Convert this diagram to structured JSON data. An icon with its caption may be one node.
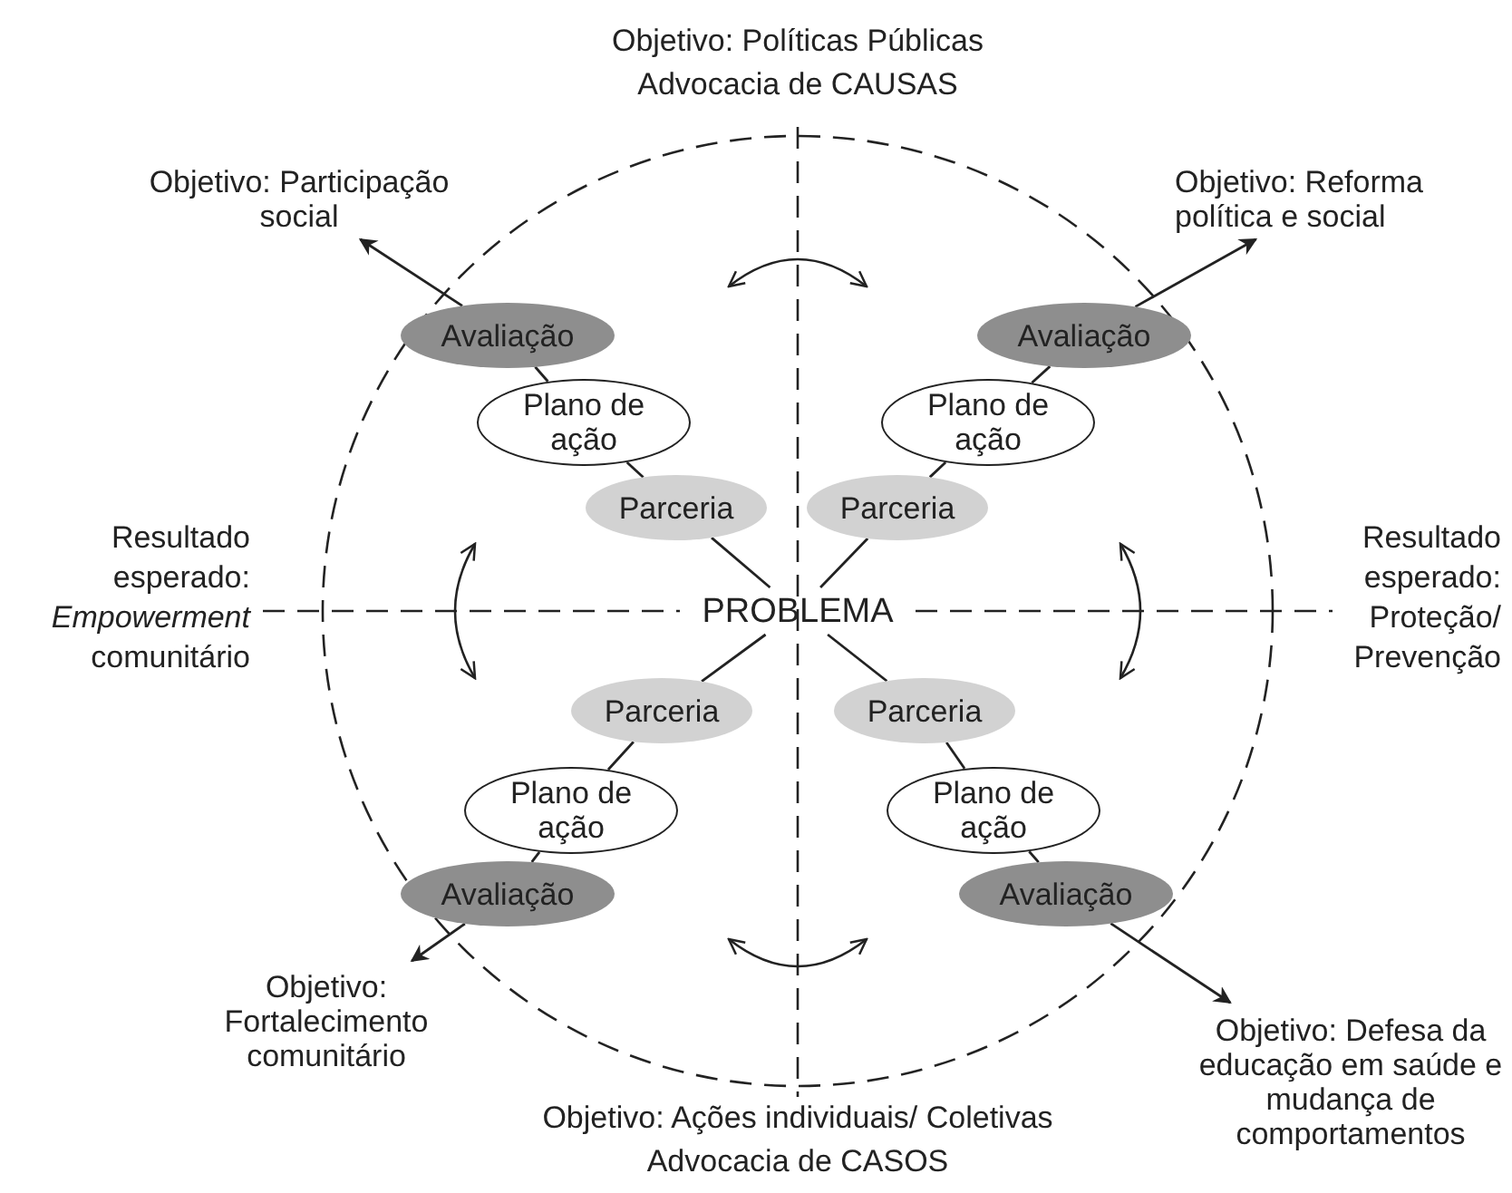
{
  "diagram": {
    "nodes": [
      {
        "text": [
          "PROBLEMA"
        ]
      },
      {
        "text": [
          "Parceria"
        ]
      },
      {
        "text": [
          "Plano de ação"
        ]
      },
      {
        "text": [
          "Avaliação"
        ]
      },
      {
        "text": [
          "Objetivo: Participação social"
        ]
      },
      {
        "text": [
          "Parceria"
        ]
      },
      {
        "text": [
          "Plano de ação"
        ]
      },
      {
        "text": [
          "Avaliação"
        ]
      },
      {
        "text": [
          "Objetivo: Reforma política e social"
        ]
      },
      {
        "text": [
          "Parceria"
        ]
      },
      {
        "text": [
          "Plano de ação"
        ]
      },
      {
        "text": [
          "Avaliação"
        ]
      },
      {
        "text": [
          "Objetivo: Fortalecimento comunitário"
        ]
      },
      {
        "text": [
          "Parceria"
        ]
      },
      {
        "text": [
          "Plano de ação"
        ]
      },
      {
        "text": [
          "Avaliação"
        ]
      },
      {
        "text": [
          "Objetivo: Defesa da educação em saúde e mudança de comportamentos"
        ]
      }
    ],
    "edges": [
      {
        "from": 0,
        "to": 1,
        "arrow": "none"
      },
      {
        "from": 1,
        "to": 2,
        "arrow": "none"
      },
      {
        "from": 2,
        "to": 3,
        "arrow": "none"
      },
      {
        "from": 3,
        "to": 4,
        "arrow": "to"
      },
      {
        "from": 0,
        "to": 5,
        "arrow": "none"
      },
      {
        "from": 5,
        "to": 6,
        "arrow": "none"
      },
      {
        "from": 6,
        "to": 7,
        "arrow": "none"
      },
      {
        "from": 7,
        "to": 8,
        "arrow": "to"
      },
      {
        "from": 0,
        "to": 9,
        "arrow": "none"
      },
      {
        "from": 9,
        "to": 10,
        "arrow": "none"
      },
      {
        "from": 10,
        "to": 11,
        "arrow": "none"
      },
      {
        "from": 11,
        "to": 12,
        "arrow": "to"
      },
      {
        "from": 0,
        "to": 13,
        "arrow": "none"
      },
      {
        "from": 13,
        "to": 14,
        "arrow": "none"
      },
      {
        "from": 14,
        "to": 15,
        "arrow": "none"
      },
      {
        "from": 15,
        "to": 16,
        "arrow": "to"
      }
    ],
    "labels": [
      "Objetivo: Políticas Públicas",
      "Advocacia de CAUSAS",
      "Resultado esperado: *Empowerment* comunitário",
      "Resultado esperado: Proteção/ Prevenção",
      "Objetivo: Ações individuais/ Coletivas",
      "Advocacia de CASOS"
    ]
  }
}
